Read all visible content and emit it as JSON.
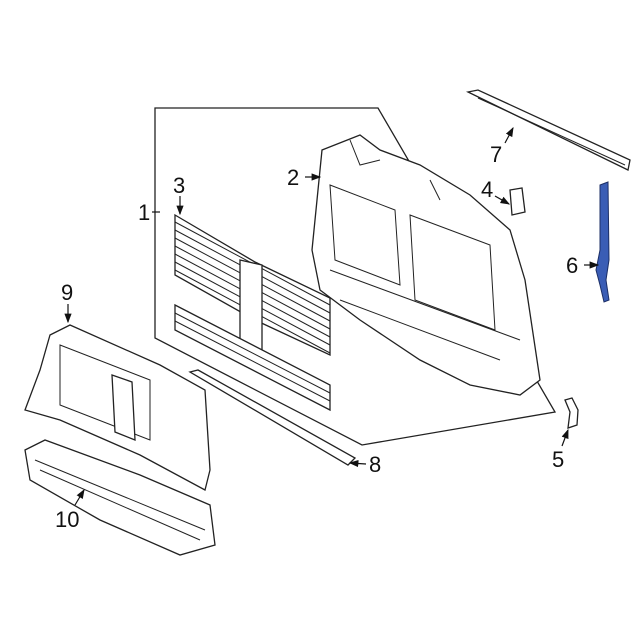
{
  "callouts": [
    {
      "id": "1",
      "text": "1"
    },
    {
      "id": "2",
      "text": "2"
    },
    {
      "id": "3",
      "text": "3"
    },
    {
      "id": "4",
      "text": "4"
    },
    {
      "id": "5",
      "text": "5"
    },
    {
      "id": "6",
      "text": "6"
    },
    {
      "id": "7",
      "text": "7"
    },
    {
      "id": "8",
      "text": "8"
    },
    {
      "id": "9",
      "text": "9"
    },
    {
      "id": "10",
      "text": "10"
    }
  ],
  "colors": {
    "highlight": "#3a5db5",
    "line": "#222222"
  }
}
